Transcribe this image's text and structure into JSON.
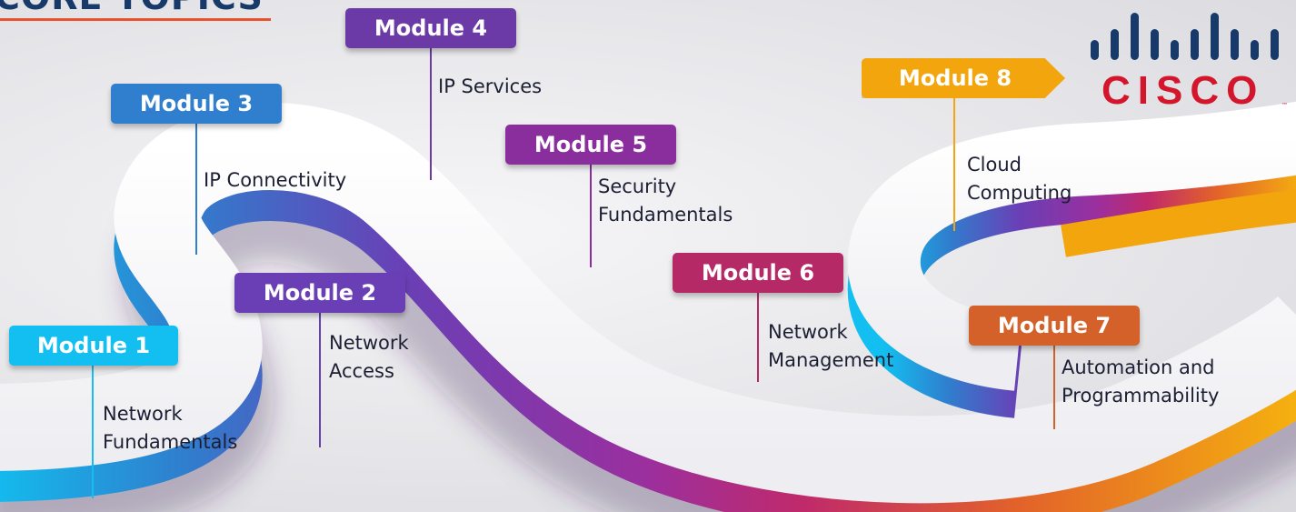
{
  "header": {
    "title": "CORE TOPICS"
  },
  "logo": {
    "wordmark": "CISCO",
    "trademark": "™",
    "icon": "cisco-bridge-bars-icon"
  },
  "modules": [
    {
      "badge": "Module 1",
      "topic_lines": [
        "Network",
        "Fundamentals"
      ],
      "color": "#12bff0"
    },
    {
      "badge": "Module 2",
      "topic_lines": [
        "Network",
        "Access"
      ],
      "color": "#6a3fb5"
    },
    {
      "badge": "Module 3",
      "topic_lines": [
        "IP Connectivity"
      ],
      "color": "#2f7fce"
    },
    {
      "badge": "Module 4",
      "topic_lines": [
        "IP Services"
      ],
      "color": "#6b3aa6"
    },
    {
      "badge": "Module 5",
      "topic_lines": [
        "Security",
        "Fundamentals"
      ],
      "color": "#8a2e9e"
    },
    {
      "badge": "Module 6",
      "topic_lines": [
        "Network",
        "Management"
      ],
      "color": "#b52a66"
    },
    {
      "badge": "Module 7",
      "topic_lines": [
        "Automation and",
        "Programmability"
      ],
      "color": "#d5612a"
    },
    {
      "badge": "Module 8",
      "topic_lines": [
        "Cloud",
        "Computing"
      ],
      "color": "#f2a50c"
    }
  ]
}
